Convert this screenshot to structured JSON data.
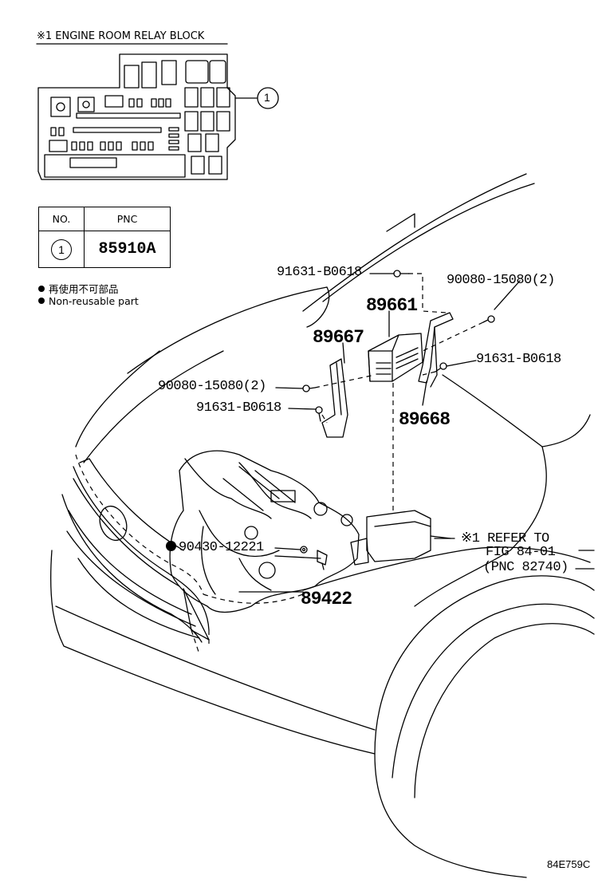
{
  "relay_block": {
    "title": "※1 ENGINE ROOM RELAY BLOCK",
    "callout": "1"
  },
  "table": {
    "header_no": "NO.",
    "header_pnc": "PNC",
    "row_no": "1",
    "row_pnc": "85910A"
  },
  "legend": {
    "ja": "再使用不可部品",
    "en": "Non-reusable part"
  },
  "parts": {
    "p91631_top": "91631-B0618",
    "p90080_right": "90080-15080(2)",
    "p89661": "89661",
    "p89667": "89667",
    "p91631_right": "91631-B0618",
    "p90080_left": "90080-15080(2)",
    "p91631_left": "91631-B0618",
    "p89668": "89668",
    "p90430": "90430-12221",
    "p89422": "89422"
  },
  "refer": {
    "line1": "※1 REFER TO",
    "line2": "FIG 84-01",
    "line3": "(PNC 82740)"
  },
  "figure_code": "84E759C"
}
